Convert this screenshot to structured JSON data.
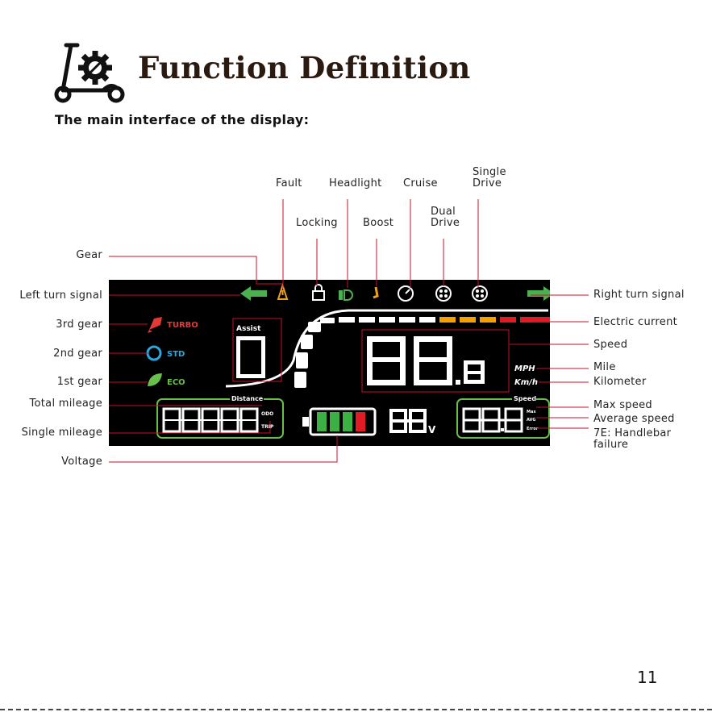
{
  "header": {
    "title": "Function Definition",
    "subtitle": "The main interface of the display:"
  },
  "top_labels": {
    "fault": "Fault",
    "headlight": "Headlight",
    "cruise": "Cruise",
    "single_drive": "Single\nDrive",
    "locking": "Locking",
    "boost": "Boost",
    "dual_drive": "Dual\nDrive"
  },
  "left_labels": {
    "gear": "Gear",
    "left_turn": "Left turn signal",
    "gear3": "3rd gear",
    "gear2": "2nd gear",
    "gear1": "1st gear",
    "total_mileage": "Total mileage",
    "single_mileage": "Single mileage",
    "voltage": "Voltage"
  },
  "right_labels": {
    "right_turn": "Right turn signal",
    "electric_current": "Electric current",
    "speed": "Speed",
    "mile": "Mile",
    "kilometer": "Kilometer",
    "max_speed": "Max speed",
    "average_speed": "Average speed",
    "handlebar": "7E: Handlebar\nfailure"
  },
  "display": {
    "assist": "Assist",
    "turbo": "TURBO",
    "std": "STD",
    "eco": "ECO",
    "distance": "Distance",
    "odo": "ODO",
    "trip": "TRIP",
    "speed_box": "Speed",
    "mph": "MPH",
    "kmh": "Km/h",
    "volt_unit": "V",
    "max": "Max",
    "avg": "AVG",
    "error": "Error"
  },
  "colors": {
    "leader_line": "#c8102e",
    "turn_arrow": "#4caf50",
    "battery_green": "#3cb043",
    "battery_red": "#e01b24",
    "current_orange": "#f5a000",
    "current_red": "#e01b24",
    "turbo": "#e53935",
    "std": "#29a8e0",
    "eco": "#6abf4b",
    "warning": "#f0a020"
  },
  "page": {
    "number": "11"
  }
}
